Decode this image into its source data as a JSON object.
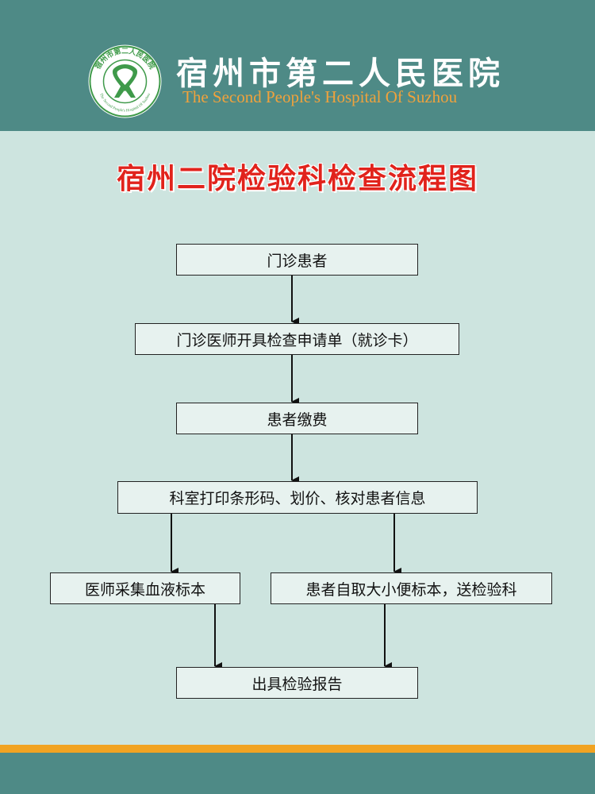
{
  "header": {
    "hospital_name_cn": "宿州市第二人民医院",
    "hospital_name_en": "The Second People's Hospital Of Suzhou",
    "logo": {
      "ring_text": "宿州市第二人民医院",
      "ring_text_en": "The Second People's Hospital Of Suzhou"
    }
  },
  "title": "宿州二院检验科检查流程图",
  "flow": {
    "step1": "门诊患者",
    "step2": "门诊医师开具检查申请单（就诊卡）",
    "step3": "患者缴费",
    "step4": "科室打印条形码、划价、核对患者信息",
    "step5a": "医师采集血液标本",
    "step5b": "患者自取大小便标本，送检验科",
    "step6": "出具检验报告"
  },
  "colors": {
    "header_bg": "#4e8a86",
    "page_bg": "#cde4df",
    "title_red": "#e1231c",
    "english_orange": "#f0a23c",
    "footer_stripe": "#f1a322",
    "logo_green": "#3f9a4a"
  }
}
